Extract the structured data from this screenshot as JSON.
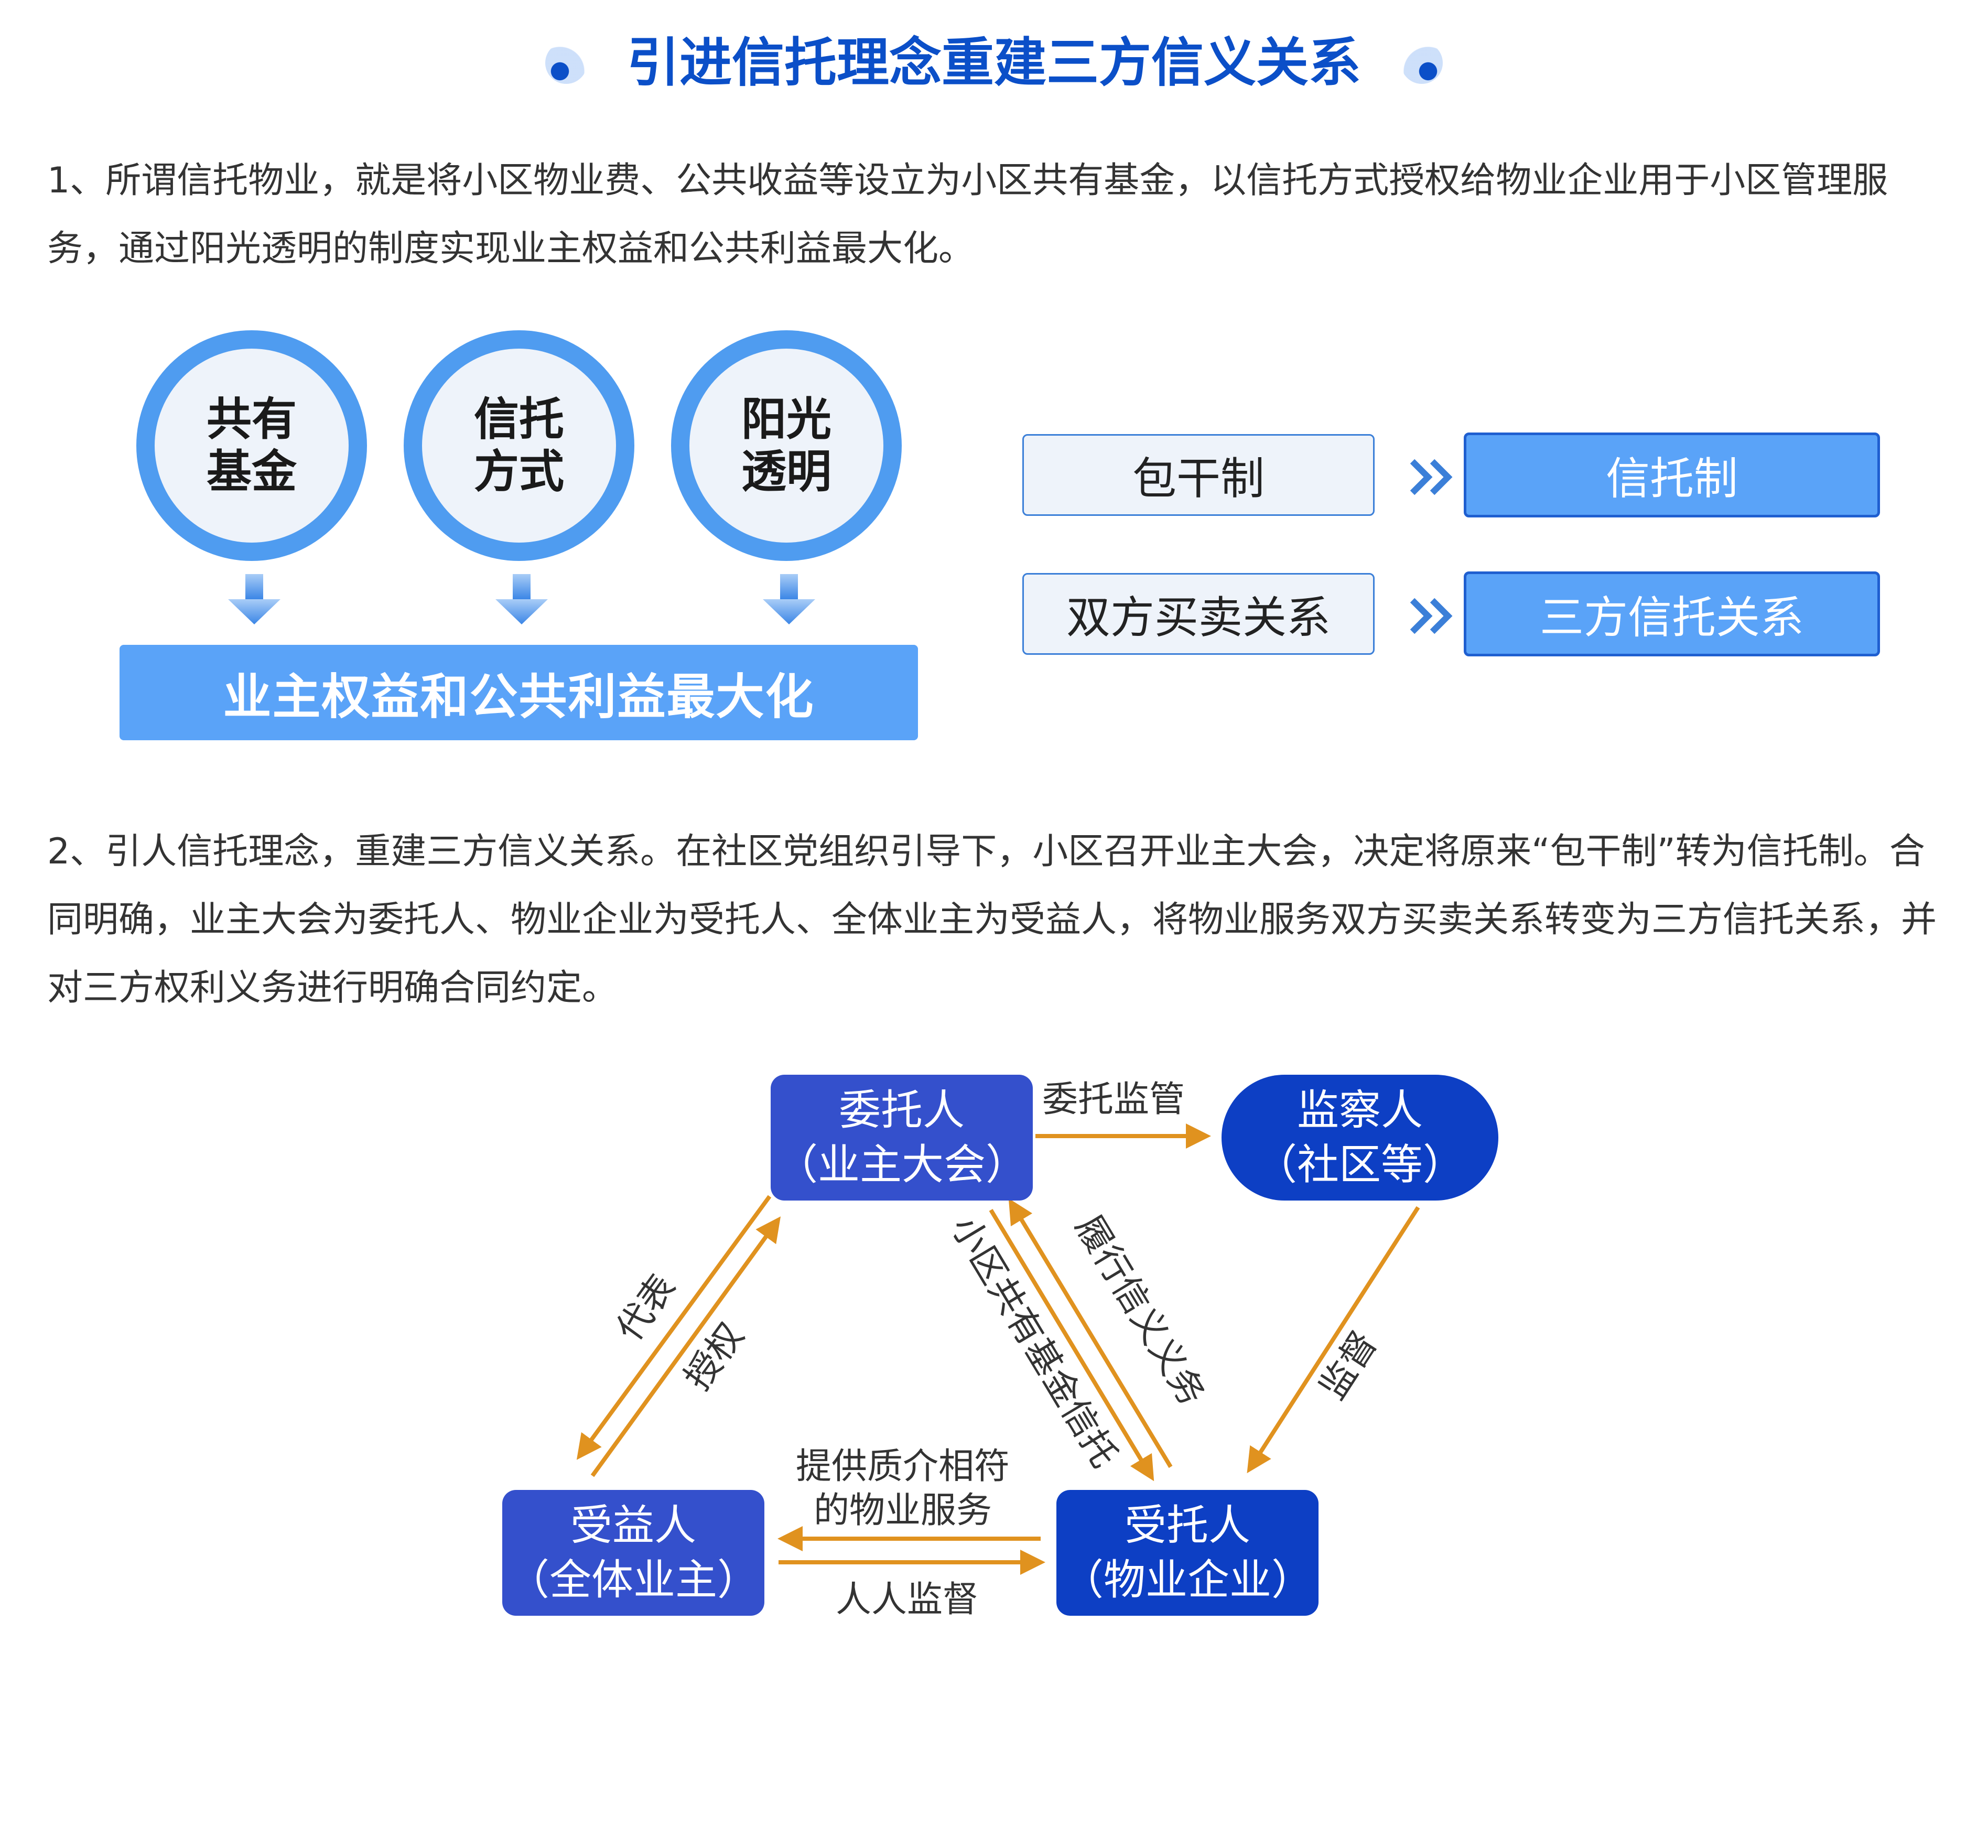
{
  "title": "引进信托理念重建三方信义关系",
  "paragraph1": "1、所谓信托物业，就是将小区物业费、公共收益等设立为小区共有基金，以信托方式授权给物业企业用于小区管理服务，通过阳光透明的制度实现业主权益和公共利益最大化。",
  "circles": [
    {
      "line1": "共有",
      "line2": "基金"
    },
    {
      "line1": "信托",
      "line2": "方式"
    },
    {
      "line1": "阳光",
      "line2": "透明"
    }
  ],
  "result": "业主权益和公共利益最大化",
  "transitions": [
    {
      "from": "包干制",
      "to": "信托制"
    },
    {
      "from": "双方买卖关系",
      "to": "三方信托关系"
    }
  ],
  "paragraph2": "2、引人信托理念，重建三方信义关系。在社区党组织引导下，小区召开业主大会，决定将原来“包干制”转为信托制。合同明确，业主大会为委托人、物业企业为受托人、全体业主为受益人，将物业服务双方买卖关系转变为三方信托关系，并对三方权利义务进行明确合同约定。",
  "nodes": {
    "trustor": {
      "line1": "委托人",
      "line2": "（业主大会）"
    },
    "supervisor": {
      "line1": "监察人",
      "line2": "（社区等）"
    },
    "beneficiary": {
      "line1": "受益人",
      "line2": "（全体业主）"
    },
    "trustee": {
      "line1": "受托人",
      "line2": "（物业企业）"
    }
  },
  "edges": {
    "trust_supervision": "委托监管",
    "represent": "代表",
    "authorize": "授权",
    "fund_trust": "小区共有基金信托",
    "fiduciary_duty": "履行信义义务",
    "supervise": "监督",
    "service_line1": "提供质介相符",
    "service_line2": "的物业服务",
    "everyone_supervise": "人人监督"
  },
  "colors": {
    "title": "#0b4fc8",
    "circle_ring": "#4f9cf0",
    "arrow": "#e0921f",
    "node_blue": "#3450cc",
    "node_dark": "#0d3fc4"
  }
}
